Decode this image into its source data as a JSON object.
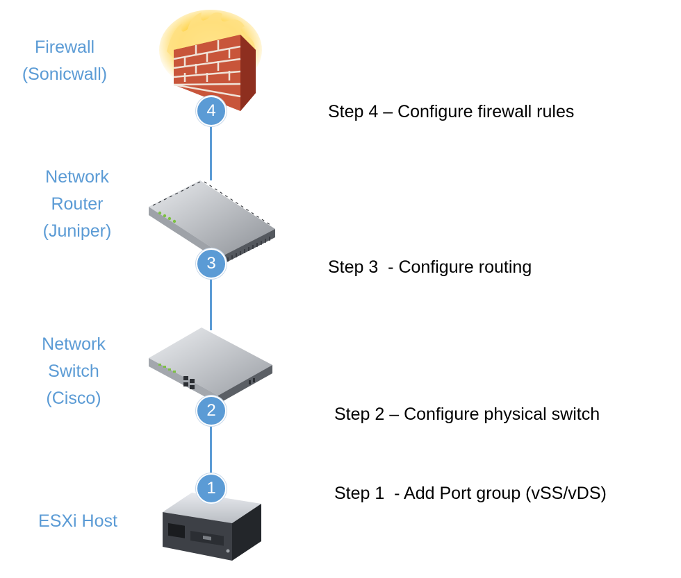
{
  "devices": [
    {
      "key": "firewall",
      "lines": [
        "Firewall",
        "(Sonicwall)"
      ]
    },
    {
      "key": "router",
      "lines": [
        "Network",
        "Router",
        "(Juniper)"
      ]
    },
    {
      "key": "switch",
      "lines": [
        "Network",
        "Switch",
        "(Cisco)"
      ]
    },
    {
      "key": "esxi",
      "lines": [
        "ESXi Host"
      ]
    }
  ],
  "steps": [
    {
      "number": "4",
      "text": "Step 4 – Configure firewall rules"
    },
    {
      "number": "3",
      "text": "Step 3  - Configure routing"
    },
    {
      "number": "2",
      "text": "Step 2 – Configure physical switch"
    },
    {
      "number": "1",
      "text": "Step 1  - Add Port group (vSS/vDS)"
    }
  ],
  "colors": {
    "accent": "#5b9bd5",
    "text": "#000000"
  },
  "icons": [
    "firewall-icon",
    "router-icon",
    "switch-icon",
    "server-icon"
  ]
}
